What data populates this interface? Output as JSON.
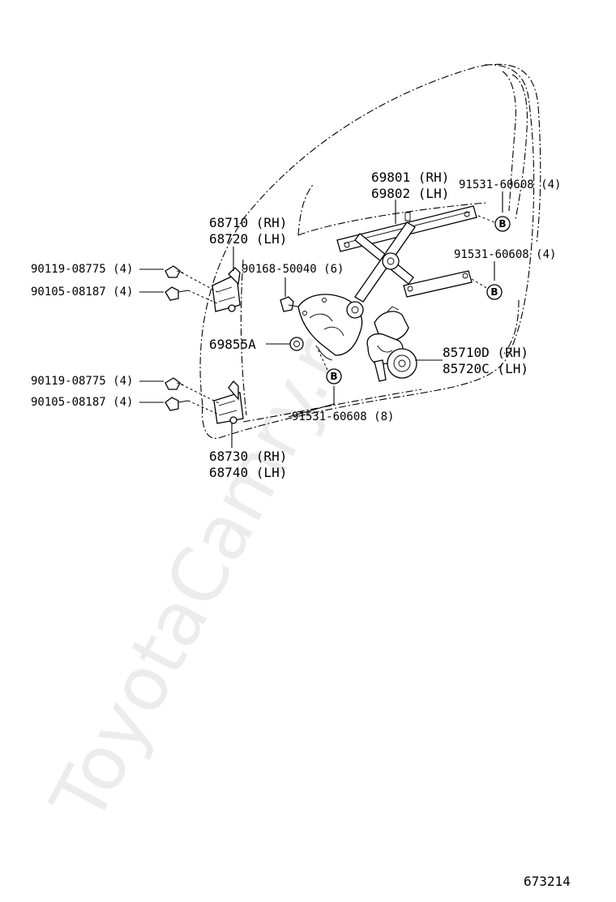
{
  "watermark": "ToyotaCamry.ru",
  "figure_number": "673214",
  "callout_letter": "B",
  "labels": {
    "regulator_rh": "69801 (RH)",
    "regulator_lh": "69802 (LH)",
    "bolt_top": "91531-60608 (4)",
    "bolt_mid": "91531-60608 (4)",
    "hinge_upper_rh": "68710 (RH)",
    "hinge_upper_lh": "68720 (LH)",
    "bolt_upper_a": "90119-08775 (4)",
    "bolt_upper_b": "90105-08187 (4)",
    "screw_center": "90168-50040 (6)",
    "plug": "69855A",
    "motor_rh": "85710D (RH)",
    "motor_lh": "85720C (LH)",
    "bolt_lower_a": "90119-08775 (4)",
    "bolt_lower_b": "90105-08187 (4)",
    "bolt_bottom": "91531-60608 (8)",
    "hinge_lower_rh": "68730 (RH)",
    "hinge_lower_lh": "68740 (LH)"
  }
}
